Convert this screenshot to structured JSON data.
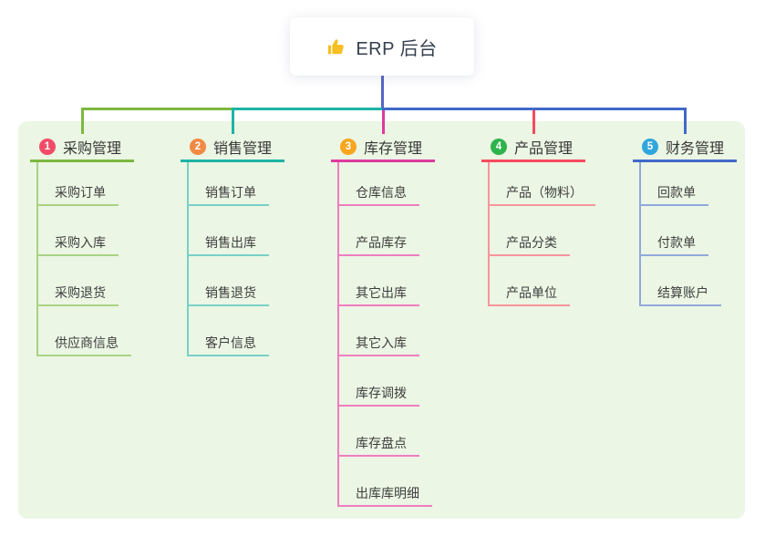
{
  "root": {
    "title": "ERP 后台",
    "icon": "thumbs-up-icon"
  },
  "branches": [
    {
      "index": "1",
      "title": "采购管理",
      "badge_color": "#f14b68",
      "line_color": "#7cb93f",
      "child_line_color": "#aad383",
      "children": [
        "采购订单",
        "采购入库",
        "采购退货",
        "供应商信息"
      ]
    },
    {
      "index": "2",
      "title": "销售管理",
      "badge_color": "#f18a43",
      "line_color": "#1db4a5",
      "child_line_color": "#77d1c7",
      "children": [
        "销售订单",
        "销售出库",
        "销售退货",
        "客户信息"
      ]
    },
    {
      "index": "3",
      "title": "库存管理",
      "badge_color": "#f9a61f",
      "line_color": "#de3a9e",
      "child_line_color": "#f07dc0",
      "children": [
        "仓库信息",
        "产品库存",
        "其它出库",
        "其它入库",
        "库存调拨",
        "库存盘点",
        "出库库明细"
      ]
    },
    {
      "index": "4",
      "title": "产品管理",
      "badge_color": "#2eb34c",
      "line_color": "#f64b5e",
      "child_line_color": "#f9959d",
      "children": [
        "产品（物料）",
        "产品分类",
        "产品单位"
      ]
    },
    {
      "index": "5",
      "title": "财务管理",
      "badge_color": "#30a6dc",
      "line_color": "#4169c9",
      "child_line_color": "#92a9dc",
      "children": [
        "回款单",
        "付款单",
        "结算账户"
      ]
    }
  ],
  "colors": {
    "panel_bg": "#ebf6e4",
    "root_connector": "#5567c6",
    "root_text": "#353f4f",
    "child_text": "#3e3e3e",
    "thumb_icon": "#f6c022"
  }
}
